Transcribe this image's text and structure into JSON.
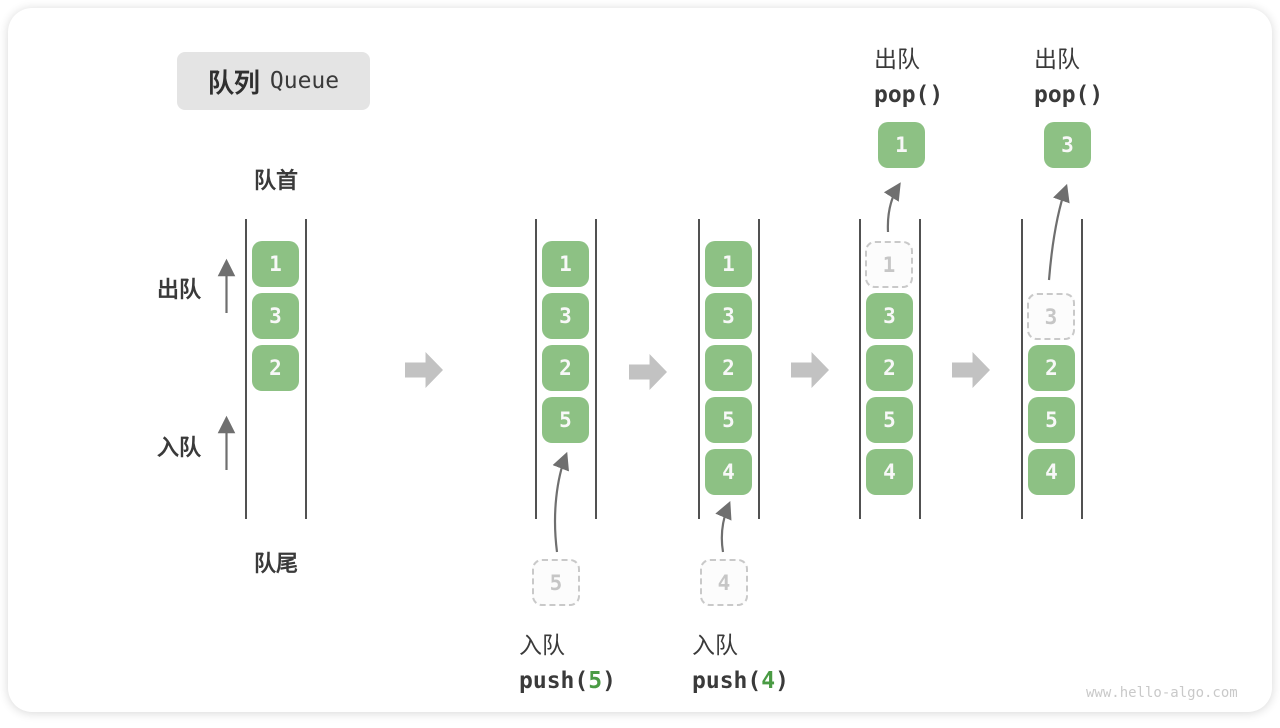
{
  "title": {
    "zh": "队列",
    "en": "Queue"
  },
  "labels": {
    "front": "队首",
    "rear": "队尾",
    "dequeue_side": "出队",
    "enqueue_side": "入队"
  },
  "states": {
    "s1": {
      "b0": "1",
      "b1": "3",
      "b2": "2"
    },
    "s2": {
      "b0": "1",
      "b1": "3",
      "b2": "2",
      "b3": "5",
      "pending": "5"
    },
    "s3": {
      "b0": "1",
      "b1": "3",
      "b2": "2",
      "b3": "5",
      "b4": "4",
      "pending": "4"
    },
    "s4": {
      "ghost": "1",
      "b1": "3",
      "b2": "2",
      "b3": "5",
      "b4": "4",
      "popped": "1"
    },
    "s5": {
      "ghost": "3",
      "b2": "2",
      "b3": "5",
      "b4": "4",
      "popped": "3"
    }
  },
  "ops": {
    "push5": {
      "zh": "入队",
      "pre": "push(",
      "arg": "5",
      "post": ")"
    },
    "push4": {
      "zh": "入队",
      "pre": "push(",
      "arg": "4",
      "post": ")"
    },
    "pop1": {
      "zh": "出队",
      "code": "pop()"
    },
    "pop2": {
      "zh": "出队",
      "code": "pop()"
    }
  },
  "watermark": "www.hello-algo.com",
  "colors": {
    "box_green": "#8dc184",
    "code_arg_green": "#4a9b44",
    "flow_arrow_gray": "#c2c2c2",
    "channel_line": "#515151",
    "text_dark": "#3a3a3a",
    "ghost_gray": "#c6c6c6",
    "title_bg": "#e4e4e4",
    "watermark_gray": "#c9c9c9"
  }
}
